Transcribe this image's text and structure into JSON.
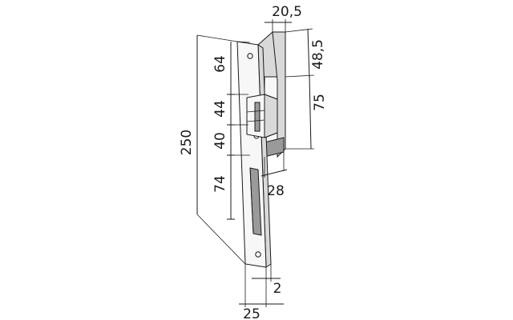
{
  "diagram": {
    "dimensions": {
      "overall_height": "250",
      "top_section": "64",
      "latch_section": "44",
      "gap_section": "40",
      "bottom_section": "74",
      "depth_top": "20,5",
      "housing_top": "48,5",
      "housing_height": "75",
      "housing_depth": "28",
      "plate_thickness": "2",
      "plate_width": "25"
    },
    "colors": {
      "line": "#1a1a1a",
      "plate": "#f7f7f7",
      "side": "#d9d9d9",
      "shade": "#9a9a9a"
    }
  }
}
